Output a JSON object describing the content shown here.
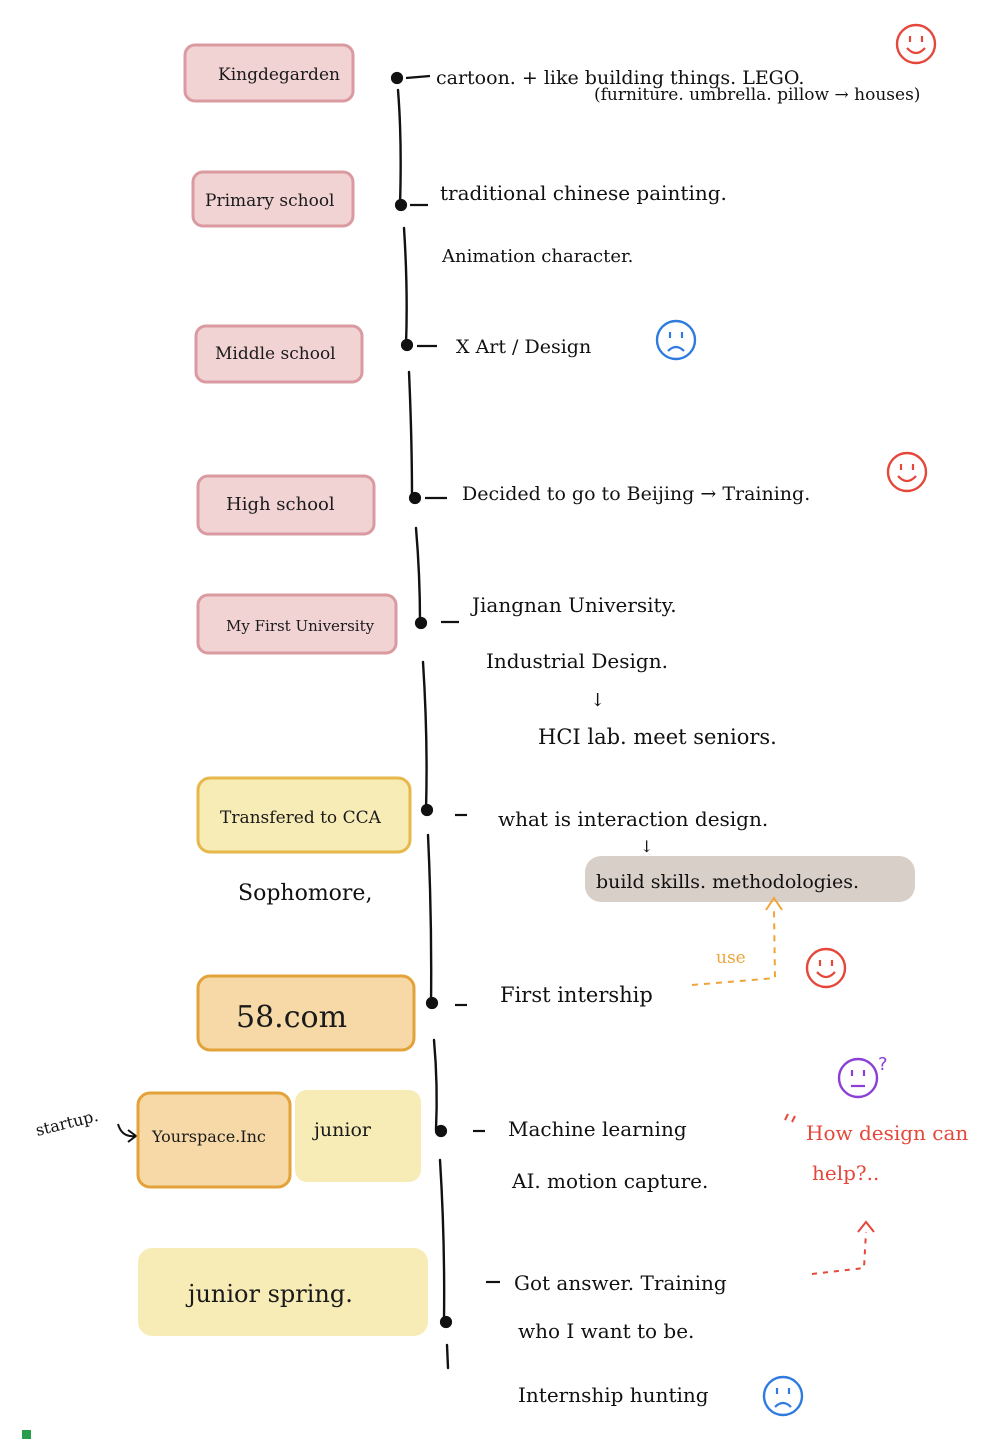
{
  "stages": [
    {
      "id": "kindergarten",
      "label": "Kingdegarden",
      "color": "pink"
    },
    {
      "id": "primary",
      "label": "Primary school",
      "color": "pink"
    },
    {
      "id": "middle",
      "label": "Middle school",
      "color": "pink"
    },
    {
      "id": "high",
      "label": "High school",
      "color": "pink"
    },
    {
      "id": "first-uni",
      "label": "My First University",
      "color": "pink"
    },
    {
      "id": "cca",
      "label": "Transfered to CCA",
      "color": "yellow"
    },
    {
      "id": "58",
      "label": "58.com",
      "color": "orange"
    },
    {
      "id": "yourspace",
      "label": "Yourspace.Inc",
      "color": "orange"
    },
    {
      "id": "junior",
      "label": "junior",
      "color": "yellow"
    },
    {
      "id": "junior-spring",
      "label": "junior spring.",
      "color": "yellow"
    }
  ],
  "side_notes": {
    "sophomore": "Sophomore,",
    "startup": "startup."
  },
  "events": {
    "kindergarten": [
      "cartoon. + like building things. LEGO.",
      "(furniture. umbrella. pillow → houses)"
    ],
    "primary": [
      "traditional chinese painting.",
      "Animation character."
    ],
    "middle": [
      "X Art / Design"
    ],
    "high": [
      "Decided to go to Beijing → Training."
    ],
    "first_uni": [
      "Jiangnan University.",
      "Industrial Design.",
      "↓",
      "HCI lab. meet seniors."
    ],
    "cca": [
      "what is interaction design.",
      "↓",
      "build skills. methodologies."
    ],
    "58": [
      "First intership"
    ],
    "junior": [
      "Machine learning",
      "AI. motion capture."
    ],
    "spring": [
      "Got answer. Training",
      "who I want to be.",
      "Internship hunting"
    ]
  },
  "annotations": {
    "use": "use",
    "how_design": "How design can help?.."
  },
  "faces": [
    {
      "name": "happy-face-icon-1",
      "mood": "happy",
      "color": "#e5473a"
    },
    {
      "name": "sad-face-icon-1",
      "mood": "sad",
      "color": "#2f7be0"
    },
    {
      "name": "happy-face-icon-2",
      "mood": "happy",
      "color": "#e5473a"
    },
    {
      "name": "happy-face-icon-3",
      "mood": "happy",
      "color": "#e5473a"
    },
    {
      "name": "unsure-face-icon",
      "mood": "unsure",
      "color": "#8a3fd6"
    },
    {
      "name": "sad-face-icon-2",
      "mood": "sad",
      "color": "#2f7be0"
    }
  ],
  "colors": {
    "pink": "#f2d3d4",
    "yellow": "#f8ecb6",
    "orange": "#f6d9a6",
    "highlight": "#d8d0c8",
    "red": "#e5473a",
    "blue": "#2f7be0",
    "purple": "#8a3fd6",
    "orange_line": "#f0a43a"
  }
}
